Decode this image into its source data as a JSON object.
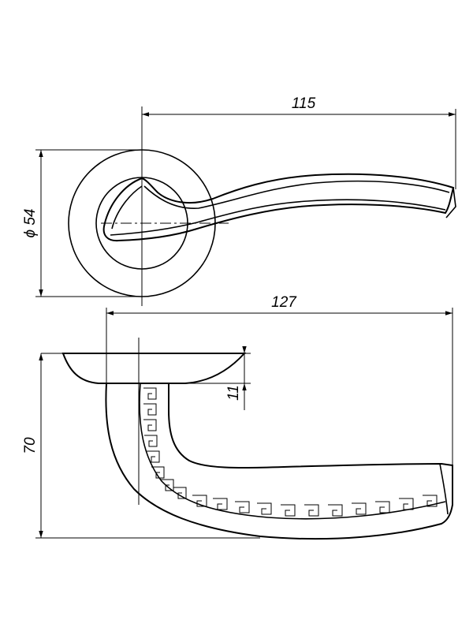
{
  "dimensions": {
    "handle_length_top": "115",
    "rosette_diameter": "ϕ 54",
    "overall_length_side": "127",
    "overall_height_side": "70",
    "rosette_thickness": "11"
  },
  "colors": {
    "line": "#000000",
    "background": "#ffffff"
  }
}
